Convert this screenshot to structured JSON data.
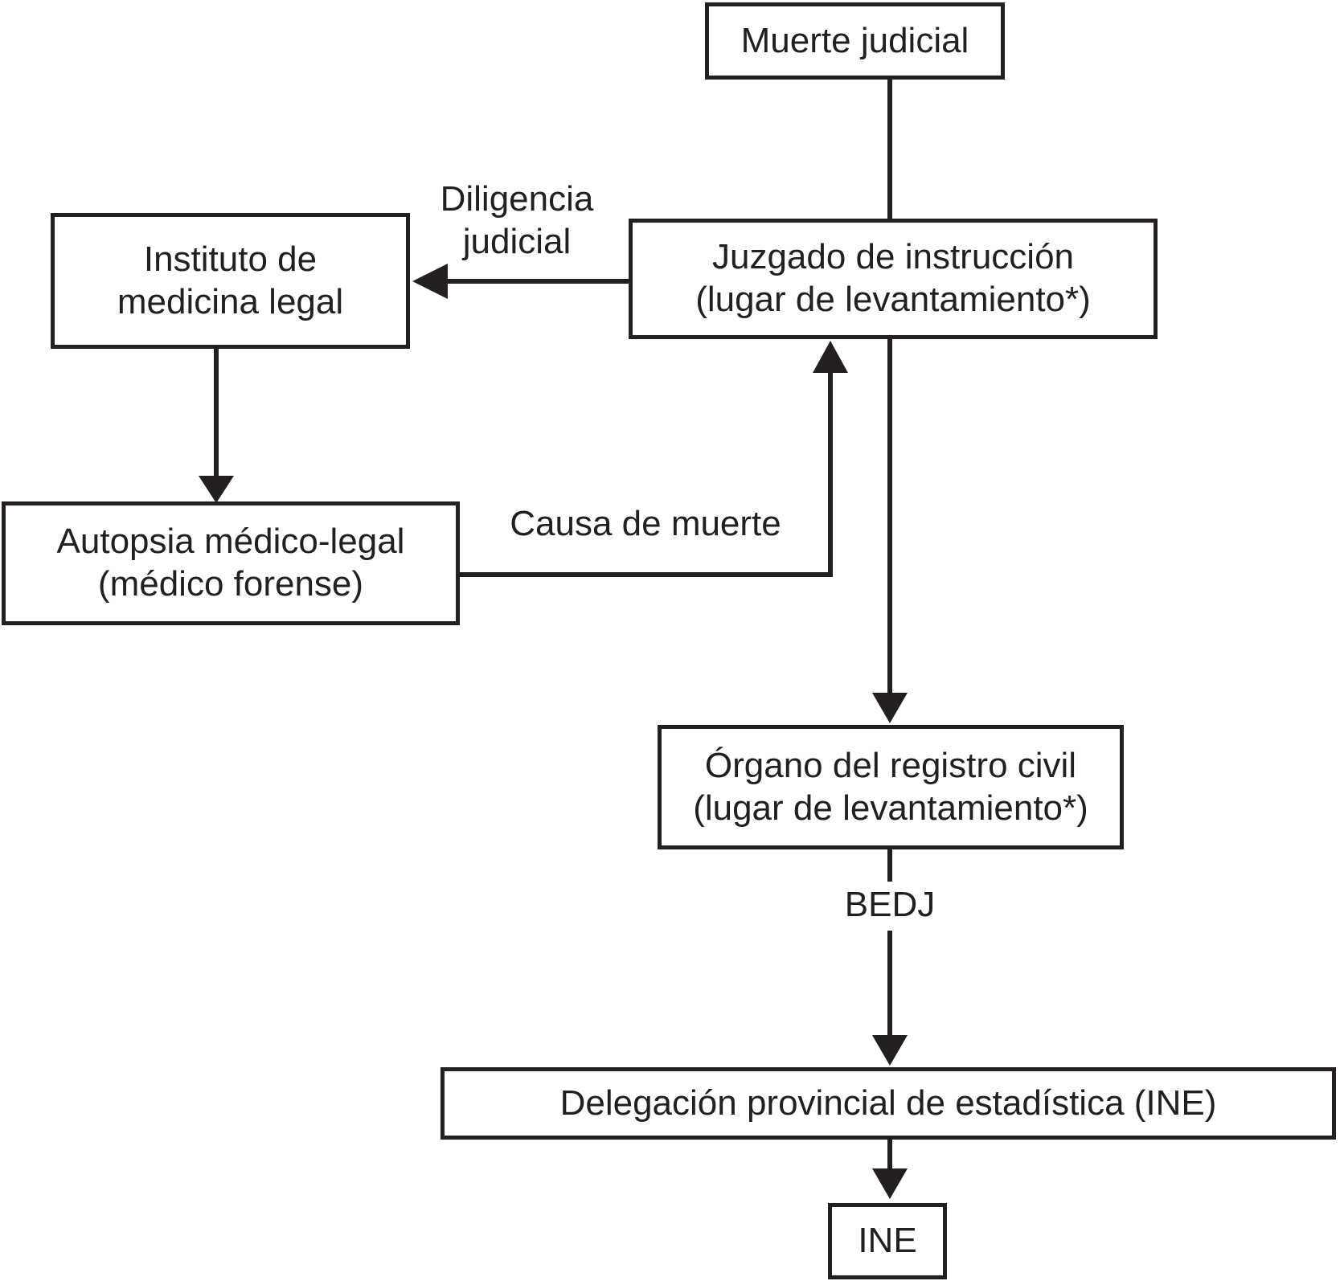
{
  "nodes": {
    "muerte": {
      "label": "Muerte judicial"
    },
    "instituto": {
      "line1": "Instituto de",
      "line2": "medicina legal"
    },
    "juzgado": {
      "line1": "Juzgado de instrucción",
      "line2": "(lugar de levantamiento*)"
    },
    "autopsia": {
      "line1": "Autopsia médico-legal",
      "line2": "(médico forense)"
    },
    "organo": {
      "line1": "Órgano del registro civil",
      "line2": "(lugar de levantamiento*)"
    },
    "delegacion": {
      "label": "Delegación provincial de estadística (INE)"
    },
    "ine": {
      "label": "INE"
    }
  },
  "edge_labels": {
    "diligencia": {
      "line1": "Diligencia",
      "line2": "judicial"
    },
    "causa": {
      "label": "Causa de muerte"
    },
    "bedj": {
      "label": "BEDJ"
    }
  },
  "colors": {
    "line": "#231f20",
    "text": "#231f20",
    "box_fill": "#ffffff",
    "background": "#ffffff"
  }
}
